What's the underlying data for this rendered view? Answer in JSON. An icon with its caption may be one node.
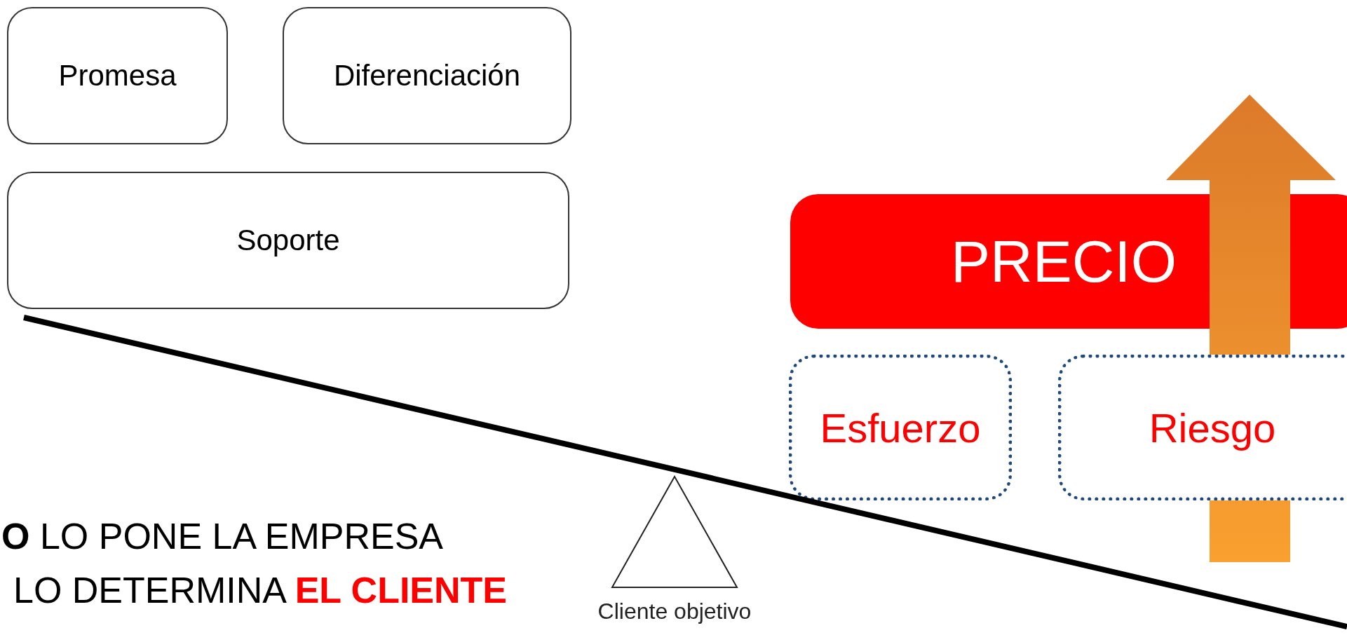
{
  "diagram": {
    "nodes": [
      {
        "text": [
          "Promesa"
        ]
      },
      {
        "text": [
          "Diferenciación"
        ]
      },
      {
        "text": [
          "Soporte"
        ]
      },
      {
        "text": [
          "PRECIO"
        ]
      },
      {
        "text": [
          "Esfuerzo"
        ]
      },
      {
        "text": [
          "Riesgo"
        ]
      },
      {
        "text": [
          "Cliente objetivo"
        ]
      }
    ],
    "edges": [],
    "labels": [
      "**O** LO PONE LA EMPRESA",
      "LO DETERMINA **EL CLIENTE**"
    ]
  }
}
